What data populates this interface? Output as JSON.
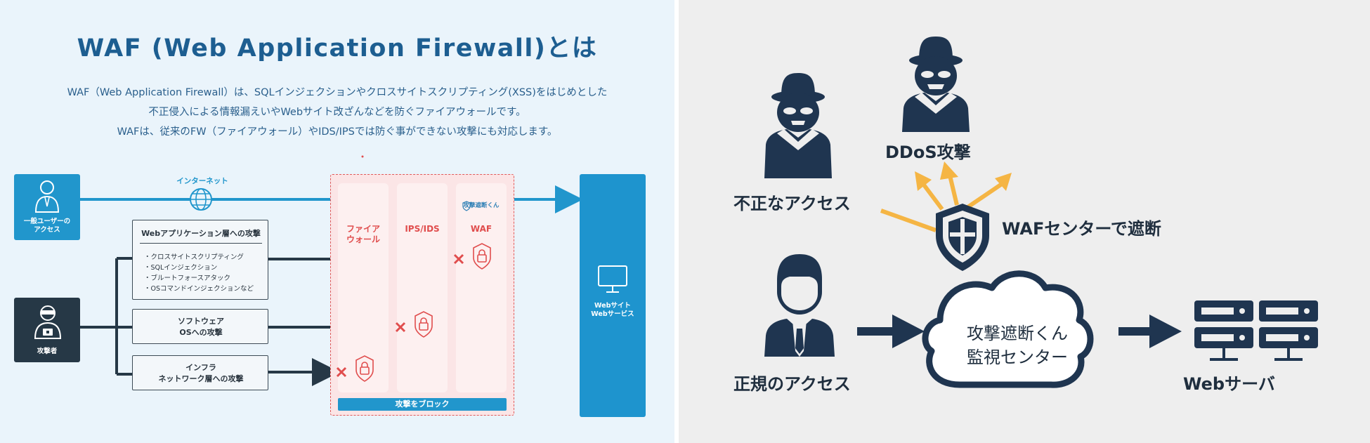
{
  "left_panel": {
    "title": "WAF (Web Application Firewall)とは",
    "description": [
      "WAF（Web Application Firewall）は、SQLインジェクションやクロスサイトスクリプティング(XSS)をはじめとした",
      "不正侵入による情報漏えいやWebサイト改ざんなどを防ぐファイアウォールです。",
      "WAFは、従来のFW（ファイアウォール）やIDS/IPSでは防ぐ事ができない攻撃にも対応します。"
    ],
    "user_box": {
      "line1": "一般ユーザーの",
      "line2": "アクセス"
    },
    "internet_label": "インターネット",
    "attacker_label": "攻撃者",
    "web_attack": {
      "title": "Webアプリケーション層への攻撃",
      "items": [
        "・クロスサイトスクリプティング",
        "・SQLインジェクション",
        "・ブルートフォースアタック",
        "・OSコマンドインジェクションなど"
      ]
    },
    "os_attack": {
      "line1": "ソフトウェア",
      "line2": "OSへの攻撃"
    },
    "infra_attack": {
      "line1": "インフラ",
      "line2": "ネットワーク層への攻撃"
    },
    "defense_columns": {
      "fw_line1": "ファイア",
      "fw_line2": "ウォール",
      "ips": "IPS/IDS",
      "waf": "WAF"
    },
    "brand_label": "攻撃遮断くん",
    "block_bar": "攻撃をブロック",
    "site_box": {
      "line1": "Webサイト",
      "line2": "Webサービス"
    }
  },
  "right_panel": {
    "illegal_access": "不正なアクセス",
    "ddos": "DDoS攻撃",
    "waf_center": "WAFセンターで遮断",
    "legit_access": "正規のアクセス",
    "cloud_line1": "攻撃遮断くん",
    "cloud_line2": "監視センター",
    "web_server": "Webサーバ"
  },
  "colors": {
    "left_bg": "#eaf4fb",
    "title_blue": "#1d5e91",
    "accent_blue": "#2196cc",
    "dark_navy": "#263846",
    "defense_red": "#e04d4d",
    "right_bg": "#eeeeee",
    "right_navy": "#1f3550",
    "arrow_yellow": "#f5b544"
  }
}
